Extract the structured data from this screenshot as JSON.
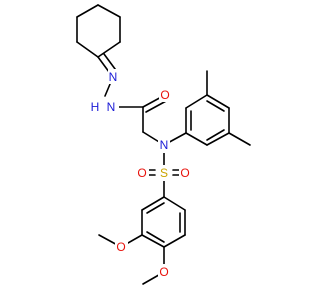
{
  "colors": {
    "bond": "#000000",
    "nitrogen": "#1b1bd6",
    "oxygen": "#e8120c",
    "sulfur": "#c9a400",
    "background": "#ffffff"
  },
  "atoms": {
    "n_hydrazone": "N",
    "n_amide": "N",
    "h_amide": "H",
    "o_carbonyl": "O",
    "n_sulfonamide": "N",
    "s_sulfonyl": "S",
    "o_sulfonyl_left": "O",
    "o_sulfonyl_right": "O",
    "o_methoxy_3": "O",
    "o_methoxy_4": "O"
  }
}
